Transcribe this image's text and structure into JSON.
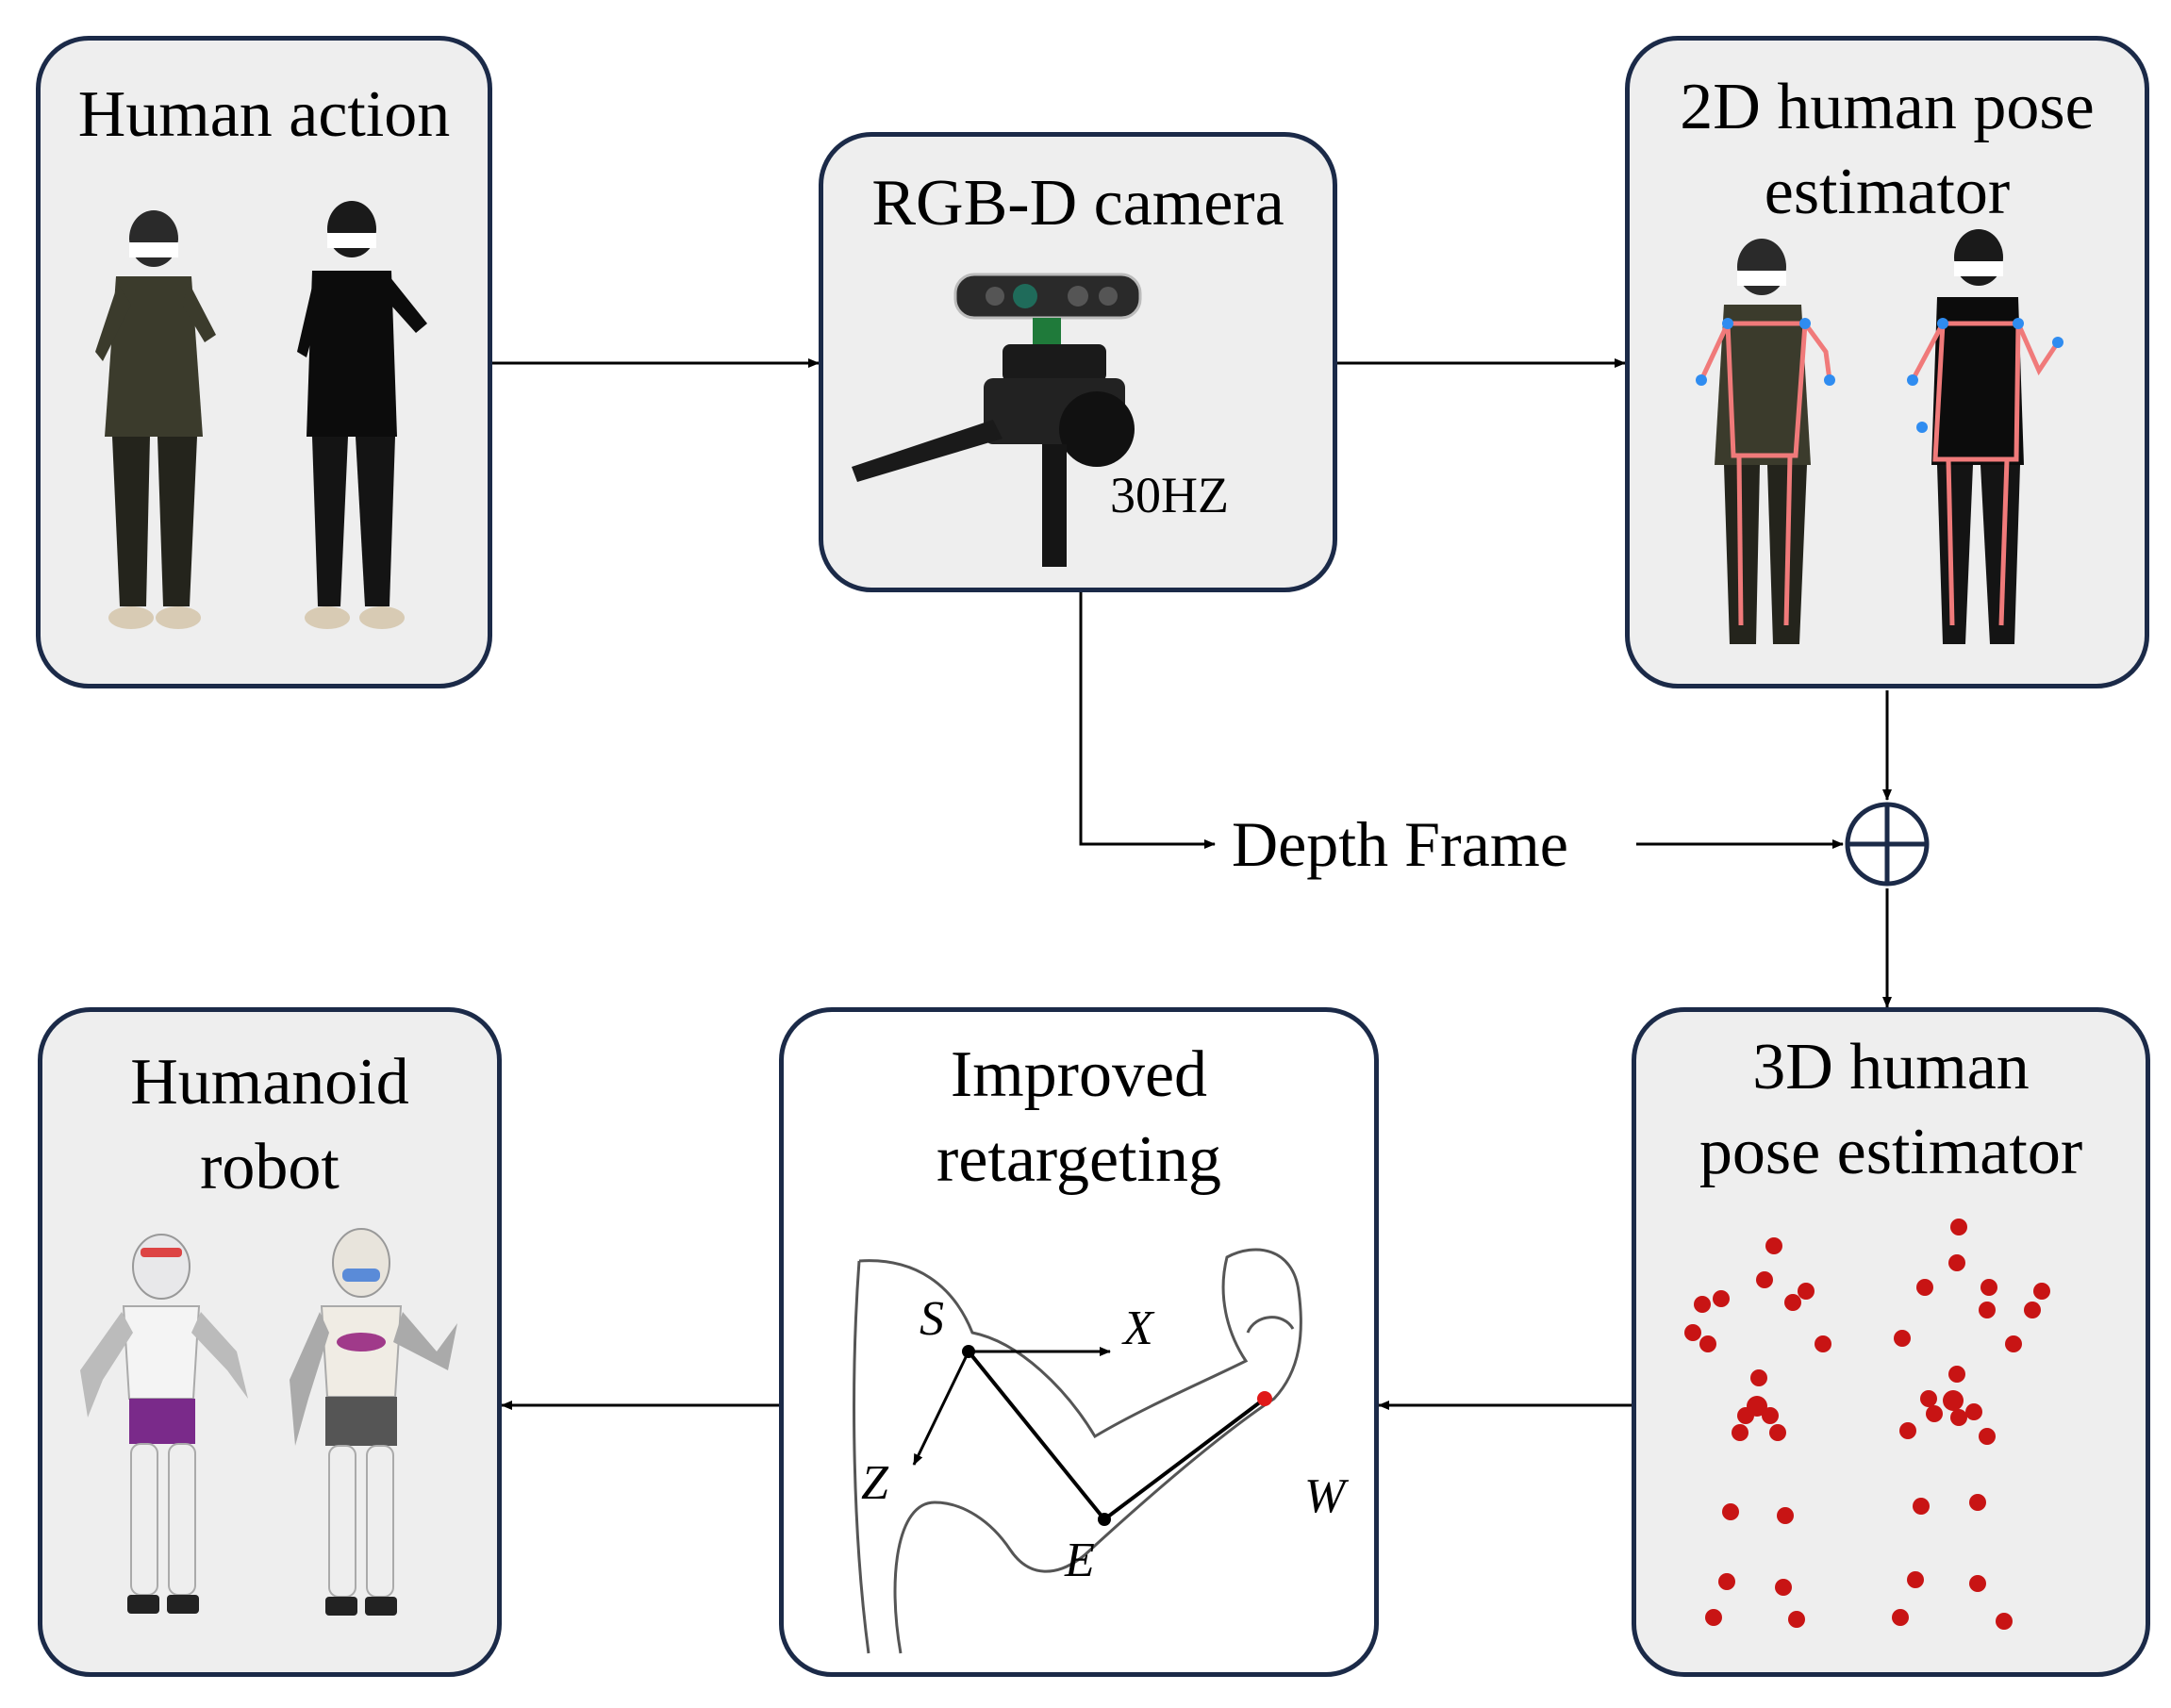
{
  "boxes": {
    "human_action": {
      "title": "Human action"
    },
    "rgbd_camera": {
      "title": "RGB-D camera",
      "rate": "30HZ"
    },
    "pose_2d": {
      "title_line1": "2D human pose",
      "title_line2": "estimator"
    },
    "pose_3d": {
      "title_line1": "3D human",
      "title_line2": "pose estimator"
    },
    "retargeting": {
      "title_line1": "Improved",
      "title_line2": "retargeting",
      "joint_labels": {
        "shoulder": "S",
        "elbow": "E",
        "wrist": "W",
        "x_axis": "X",
        "z_axis": "Z"
      }
    },
    "humanoid_robot": {
      "title_line1": "Humanoid",
      "title_line2": "robot"
    }
  },
  "depth_frame_label": "Depth Frame",
  "colors": {
    "box_border": "#1b2a48",
    "box_fill": "#eeeeee",
    "skeleton_line": "#f07a7a",
    "keypoint": "#2f8cf0",
    "point_cloud": "#c81414",
    "arrow": "#000000"
  }
}
